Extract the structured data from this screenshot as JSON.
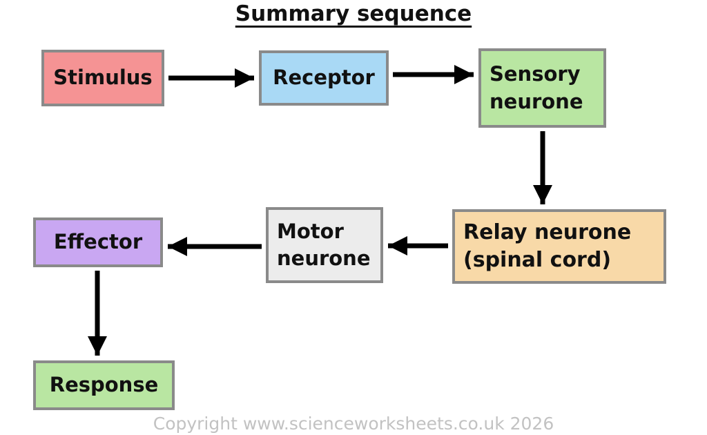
{
  "title": "Summary sequence",
  "copyright": "Copyright www.scienceworksheets.co.uk 2026",
  "colors": {
    "box_border": "#8a8a8a",
    "arrow": "#000000",
    "stimulus": "#f59394",
    "receptor": "#a9d9f5",
    "sensory_neurone": "#b9e6a2",
    "relay_neurone": "#f8d9a8",
    "motor_neurone": "#ececec",
    "effector": "#c9a7f2",
    "response": "#b9e6a2"
  },
  "boxes": [
    {
      "id": "stimulus",
      "label": "Stimulus"
    },
    {
      "id": "receptor",
      "label": "Receptor"
    },
    {
      "id": "sensory-neurone",
      "label": "Sensory\nneurone"
    },
    {
      "id": "relay-neurone",
      "label": "Relay neurone\n(spinal cord)"
    },
    {
      "id": "motor-neurone",
      "label": "Motor\nneurone"
    },
    {
      "id": "effector",
      "label": "Effector"
    },
    {
      "id": "response",
      "label": "Response"
    }
  ],
  "arrows": [
    {
      "from": "stimulus",
      "to": "receptor"
    },
    {
      "from": "receptor",
      "to": "sensory-neurone"
    },
    {
      "from": "sensory-neurone",
      "to": "relay-neurone"
    },
    {
      "from": "relay-neurone",
      "to": "motor-neurone"
    },
    {
      "from": "motor-neurone",
      "to": "effector"
    },
    {
      "from": "effector",
      "to": "response"
    }
  ]
}
